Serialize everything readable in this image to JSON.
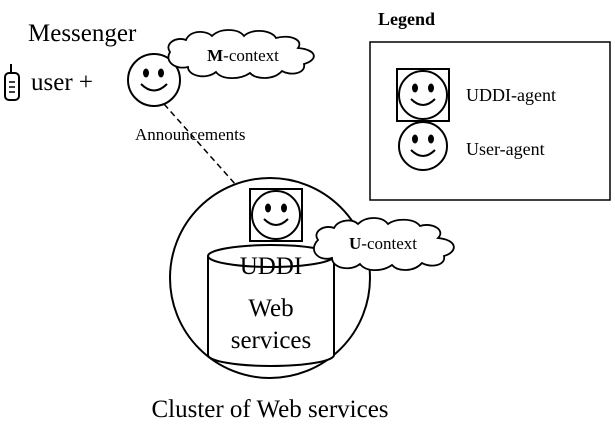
{
  "messenger": {
    "title": "Messenger",
    "user_label": "user +",
    "phone_icon": "mobile-phone-icon"
  },
  "m_context": {
    "bold": "M",
    "rest": "-context"
  },
  "announcements_label": "Announcements",
  "u_context": {
    "bold": "U",
    "rest": "-context"
  },
  "database": {
    "top_label": "UDDI",
    "body_line_1": "Web",
    "body_line_2": "services"
  },
  "cluster_label": "Cluster of Web services",
  "legend": {
    "title": "Legend",
    "items": [
      {
        "label": "UDDI-agent",
        "icon": "uddi-agent-icon"
      },
      {
        "label": "User-agent",
        "icon": "user-agent-icon"
      }
    ]
  }
}
